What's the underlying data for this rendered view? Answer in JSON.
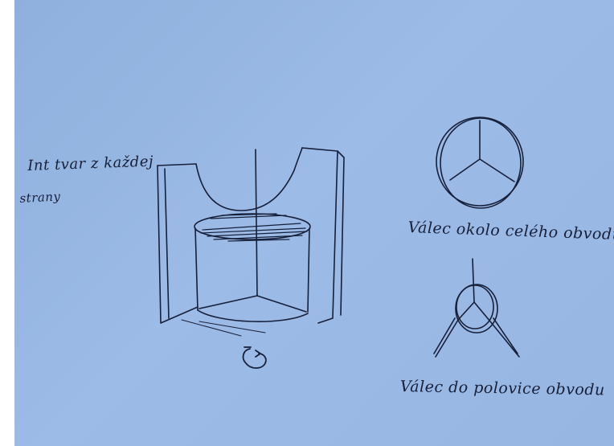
{
  "annotations": {
    "inner_shape_note_line1": "Int tvar z každej",
    "inner_shape_note_line2": "strany",
    "full_cylinder_caption": "Válec okolo celého obvodu",
    "half_cylinder_caption": "Válec do polovice obvodu"
  },
  "colors": {
    "paper": "#9cbbe6",
    "ink": "#17203a"
  },
  "icons": {
    "rotation": "rotation-arrow-icon"
  }
}
